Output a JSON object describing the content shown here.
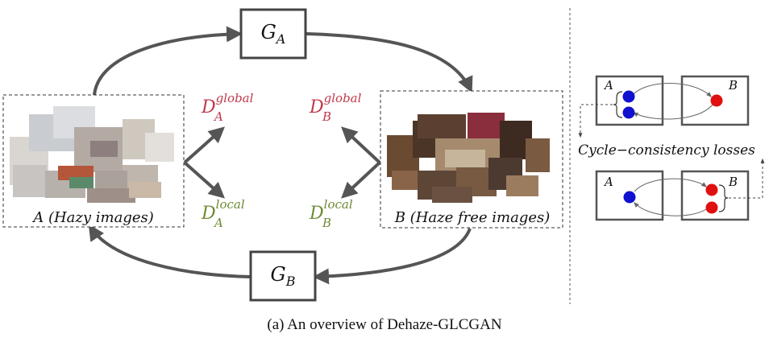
{
  "generators": {
    "ga_base": "G",
    "ga_sub": "A",
    "gb_base": "G",
    "gb_sub": "B"
  },
  "domains": {
    "a_label": "A (Hazy images)",
    "b_label": "B (Haze free images)"
  },
  "discriminators": {
    "da_global": {
      "base": "D",
      "sup": "global",
      "sub": "A"
    },
    "da_local": {
      "base": "D",
      "sup": "local",
      "sub": "A"
    },
    "db_global": {
      "base": "D",
      "sup": "global",
      "sub": "B"
    },
    "db_local": {
      "base": "D",
      "sup": "local",
      "sub": "B"
    }
  },
  "cycle": {
    "box_a": "A",
    "box_b": "B",
    "label": "Cycle−consistency losses"
  },
  "caption": "(a) An overview of Dehaze-GLCGAN",
  "colors": {
    "global": "#c0394b",
    "local": "#6f8a34",
    "arrow": "#555555",
    "blue_dot": "#1010d0",
    "red_dot": "#e01010"
  }
}
